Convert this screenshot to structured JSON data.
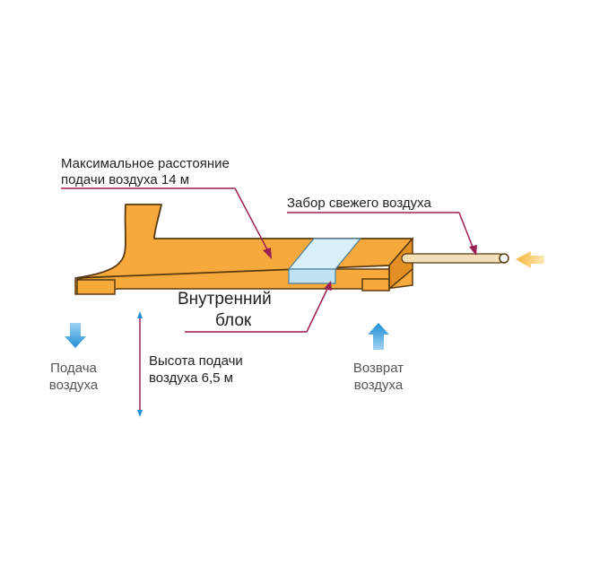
{
  "labels": {
    "max_distance_line1": "Максимальное расстояние",
    "max_distance_line2": "подачи воздуха 14 м",
    "fresh_air_intake": "Забор свежего воздуха",
    "indoor_unit_line1": "Внутренний",
    "indoor_unit_line2": "блок",
    "height_line1": "Высота подачи",
    "height_line2": "воздуха 6,5 м",
    "supply_line1": "Подача",
    "supply_line2": "воздуха",
    "return_line1": "Возврат",
    "return_line2": "воздуха"
  },
  "colors": {
    "duct_orange": "#f7a93c",
    "duct_outline": "#5a3a10",
    "unit_panel": "#bfe3f2",
    "pointer": "#9a1f55",
    "blue_arrow": "#1e8fd6",
    "intake_arrow": "#f6b73c",
    "pipe": "#f3dfb8"
  }
}
